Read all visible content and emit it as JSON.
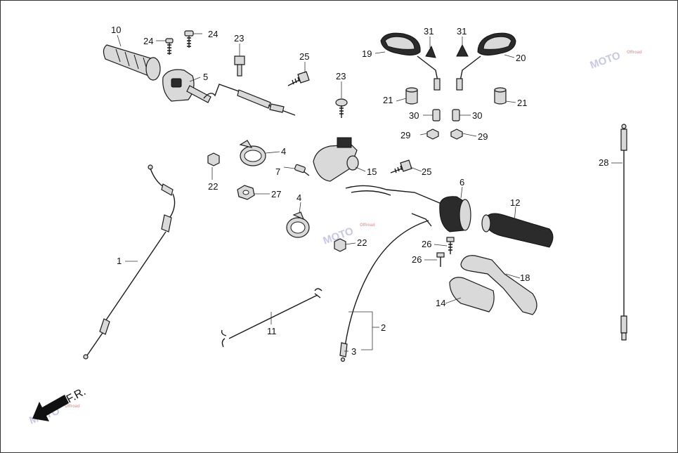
{
  "labels": {
    "l1": "1",
    "l2": "2",
    "l3": "3",
    "l4a": "4",
    "l4b": "4",
    "l5": "5",
    "l6": "6",
    "l7": "7",
    "l10": "10",
    "l11": "11",
    "l12": "12",
    "l14": "14",
    "l15": "15",
    "l18": "18",
    "l19": "19",
    "l20": "20",
    "l21a": "21",
    "l21b": "21",
    "l22a": "22",
    "l22b": "22",
    "l23a": "23",
    "l23b": "23",
    "l24a": "24",
    "l24b": "24",
    "l25a": "25",
    "l25b": "25",
    "l26a": "26",
    "l26b": "26",
    "l27": "27",
    "l28": "28",
    "l29a": "29",
    "l29b": "29",
    "l30a": "30",
    "l30b": "30",
    "l31a": "31",
    "l31b": "31"
  },
  "direction": "F.R.",
  "watermark": {
    "text": "MOTO",
    "sub": "Offroad"
  },
  "colors": {
    "line": "#1a1a1a",
    "part": "#d9d9d9",
    "frame": "#333333"
  },
  "icons": {
    "direction": "arrow-down-left-icon"
  }
}
